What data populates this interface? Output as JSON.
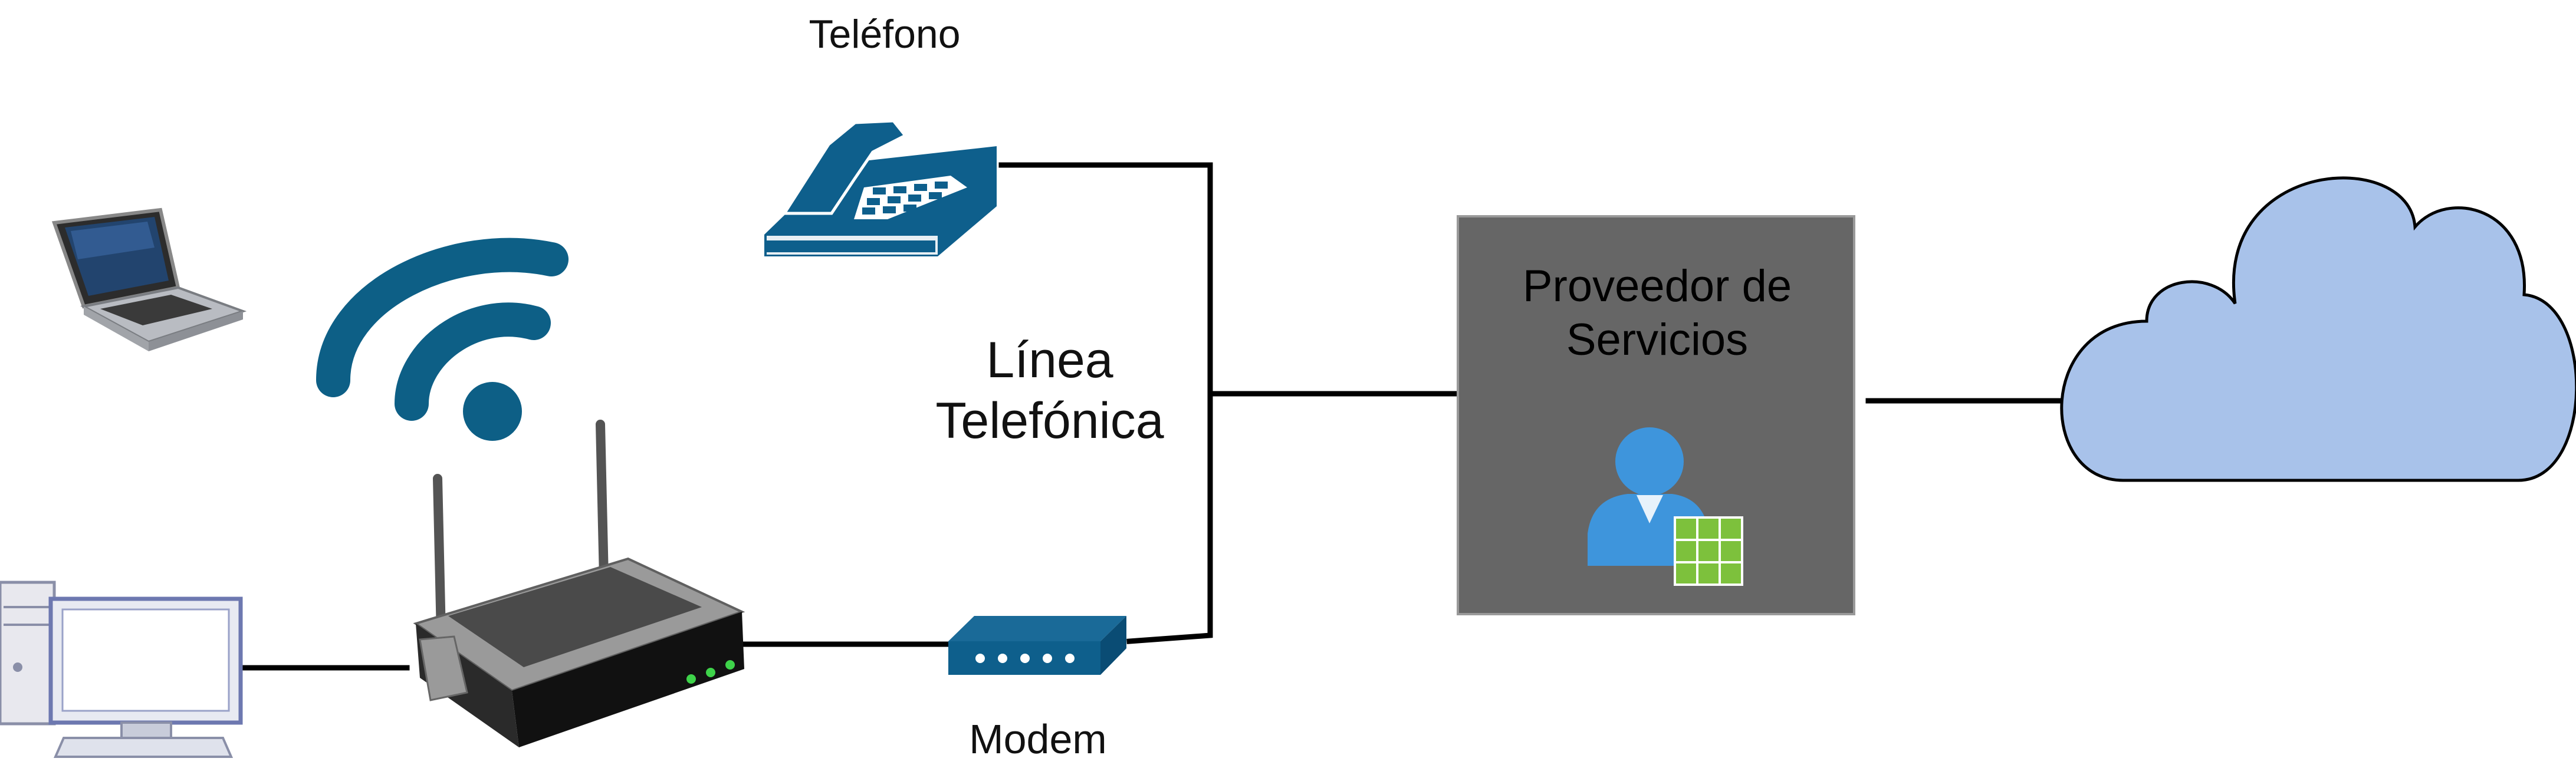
{
  "labels": {
    "phone": "Teléfono",
    "line": "Línea Telefónica",
    "modem": "Modem",
    "provider": "Proveedor de Servicios"
  },
  "colors": {
    "device_blue": "#0e5f8c",
    "wifi_blue": "#0d5f86",
    "cloud_fill": "#a8c2ea",
    "provider_box": "#666666",
    "user_icon_blue": "#3e95dc",
    "grid_green": "#7dc13c",
    "line": "#000000"
  },
  "icons": [
    "laptop-icon",
    "wifi-icon",
    "desktop-computer-icon",
    "wireless-router-icon",
    "telephone-icon",
    "modem-icon",
    "user-grid-icon",
    "cloud-icon"
  ]
}
